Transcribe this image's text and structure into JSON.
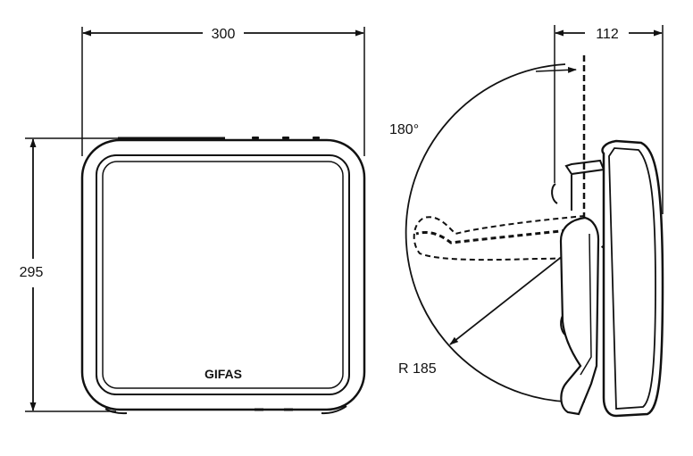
{
  "dimensions": {
    "width": "300",
    "height": "295",
    "depth": "112",
    "swing_angle": "180°",
    "radius": "R 185"
  },
  "front_view": {
    "brand_label": "GIFAS"
  },
  "colors": {
    "line": "#111111",
    "background": "#ffffff"
  }
}
